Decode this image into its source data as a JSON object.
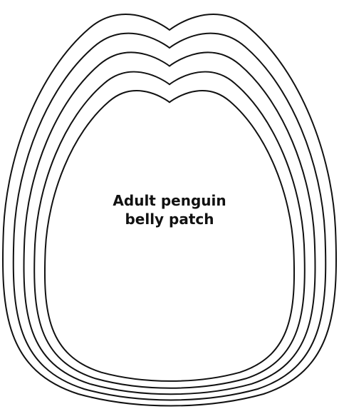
{
  "label": {
    "line1": "Adult penguin",
    "line2": "belly patch"
  },
  "outline": {
    "count": 5,
    "stroke_color": "#111111",
    "background_color": "#ffffff"
  }
}
